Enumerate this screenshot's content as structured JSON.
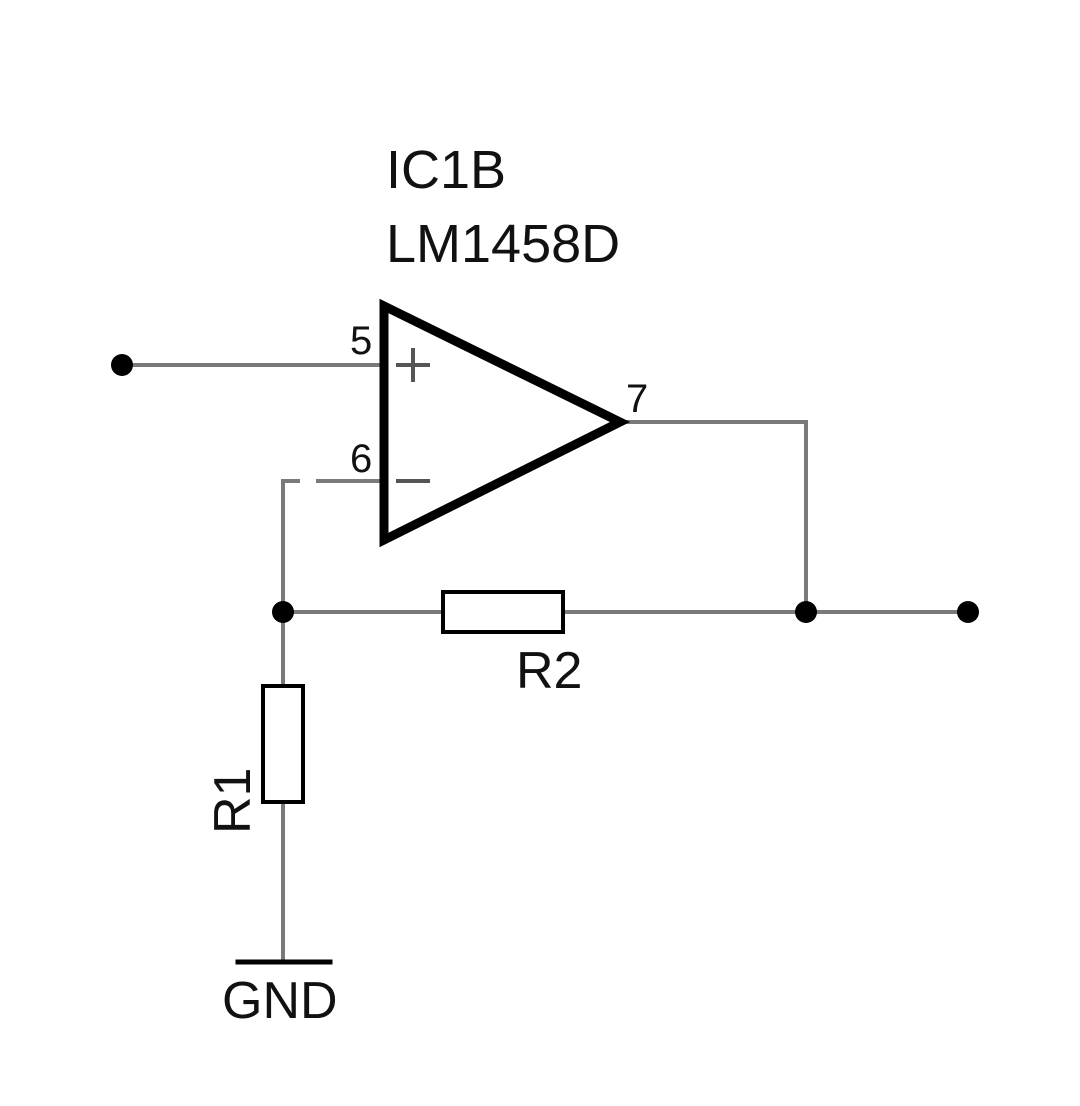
{
  "opamp": {
    "name": "IC1B",
    "value": "LM1458D",
    "pin_noninverting": "5",
    "pin_inverting": "6",
    "pin_output": "7"
  },
  "resistors": {
    "r1": "R1",
    "r2": "R2"
  },
  "ground": {
    "label": "GND"
  },
  "colors": {
    "wire": "#7a7a7a",
    "component": "#000000",
    "background": "#ffffff"
  }
}
